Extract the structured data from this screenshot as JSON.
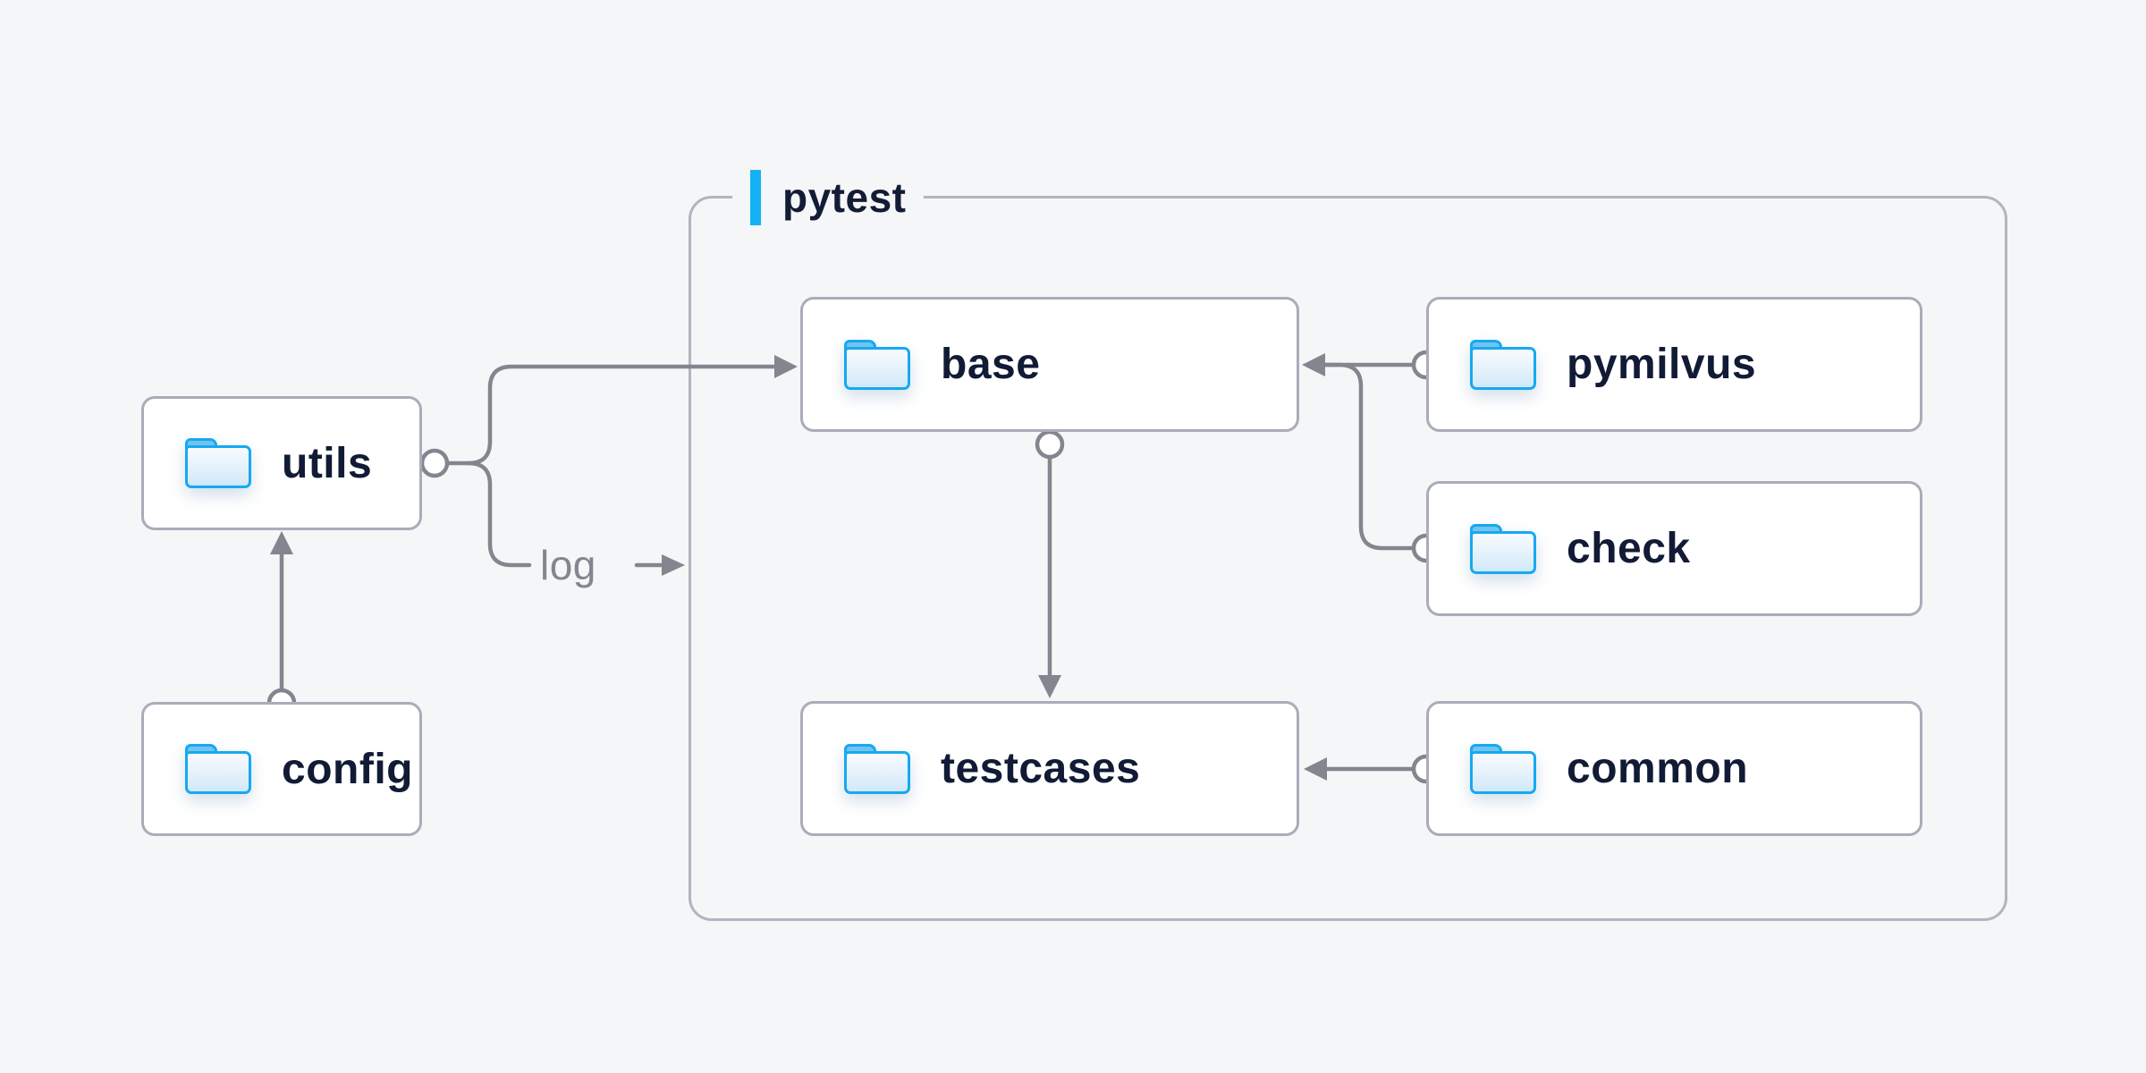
{
  "diagram": {
    "container": {
      "label": "pytest",
      "accent_color": "#14b2f4",
      "border_color": "#b2b4bf"
    },
    "nodes": {
      "utils": {
        "label": "utils"
      },
      "config": {
        "label": "config"
      },
      "base": {
        "label": "base"
      },
      "pymilvus": {
        "label": "pymilvus"
      },
      "check": {
        "label": "check"
      },
      "testcases": {
        "label": "testcases"
      },
      "common": {
        "label": "common"
      }
    },
    "edge_labels": {
      "log": "log"
    },
    "edges": [
      {
        "from": "config",
        "to": "utils"
      },
      {
        "from": "utils",
        "to": "base"
      },
      {
        "from": "utils",
        "to": "log"
      },
      {
        "from": "pymilvus",
        "to": "base"
      },
      {
        "from": "check",
        "to": "base"
      },
      {
        "from": "base",
        "to": "testcases"
      },
      {
        "from": "common",
        "to": "testcases"
      }
    ],
    "colors": {
      "background": "#f5f6f7",
      "line": "#83858f",
      "box_border": "#a9adb9",
      "label_text": "#111b35",
      "folder_blue": "#16a9f0"
    },
    "icons": {
      "node_icon": "folder-icon"
    }
  }
}
